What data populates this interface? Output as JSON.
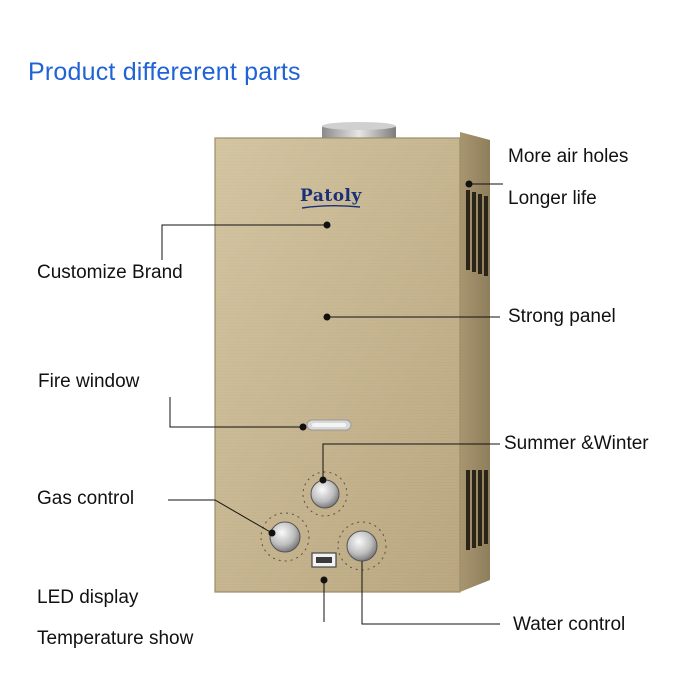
{
  "title": "Product differerent parts",
  "brand_name": "Patoly",
  "labels": {
    "customize_brand": "Customize Brand",
    "fire_window": "Fire window",
    "gas_control": "Gas control",
    "led_display": "LED display",
    "temperature_show": "Temperature show",
    "more_air_holes": "More air holes",
    "longer_life": "Longer life",
    "strong_panel": "Strong panel",
    "summer_winter": "Summer &Winter",
    "water_control": "Water control"
  },
  "colors": {
    "title": "#1f63d6",
    "panel": "#c7b690",
    "brand": "#1a2f7a",
    "leader": "#111111"
  }
}
